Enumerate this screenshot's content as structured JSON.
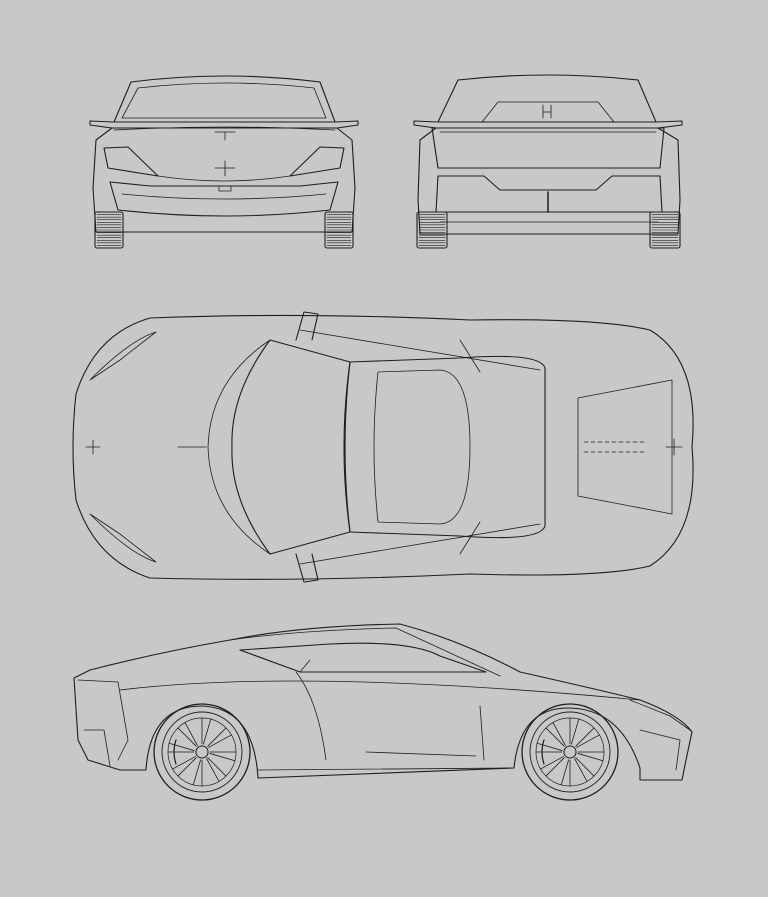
{
  "colors": {
    "background": "#c8c8c8",
    "line": "#1e1e1e"
  },
  "views": [
    {
      "id": "front",
      "icon": "car-front-view"
    },
    {
      "id": "rear",
      "icon": "car-rear-view"
    },
    {
      "id": "top",
      "icon": "car-top-view"
    },
    {
      "id": "side",
      "icon": "car-side-view"
    }
  ],
  "side_view": {
    "wheel_spokes": 8,
    "tread_lines": 14
  }
}
